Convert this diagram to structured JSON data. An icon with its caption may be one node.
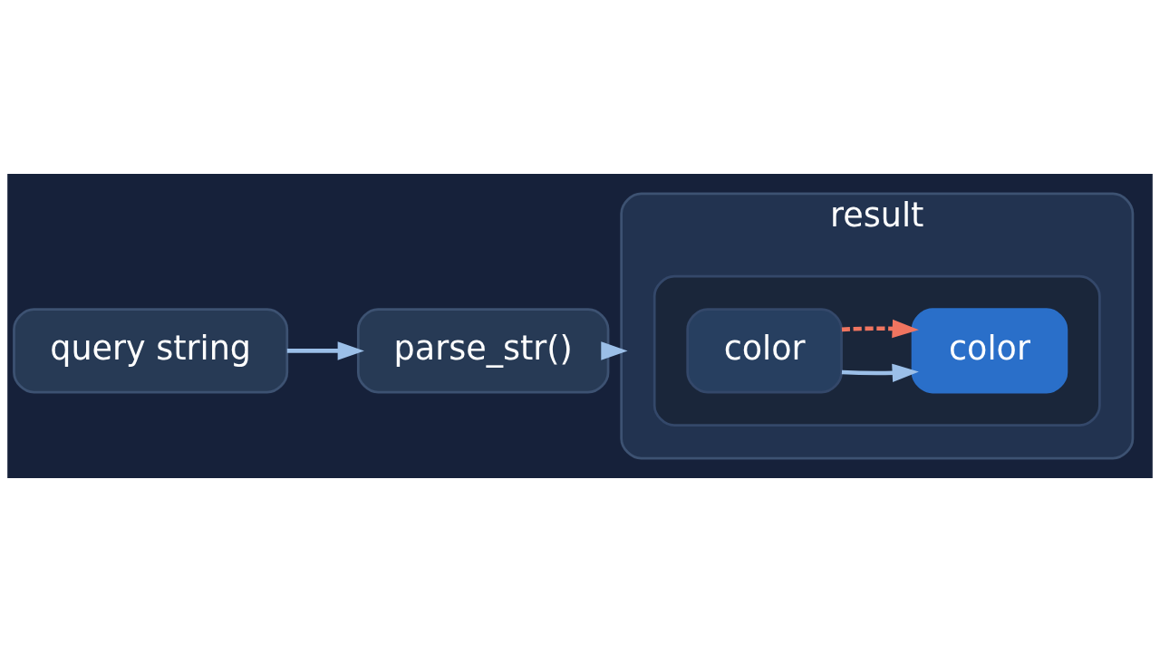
{
  "diagram": {
    "nodes": [
      {
        "text": [
          "query string"
        ]
      },
      {
        "text": [
          "parse_str()"
        ]
      },
      {
        "text": [
          "result"
        ]
      },
      {
        "text": [],
        "shape": "box",
        "in": 2
      },
      {
        "text": [
          "color"
        ],
        "in": 3
      },
      {
        "text": [
          "color"
        ],
        "in": 3
      }
    ],
    "edges": [
      {
        "from": 0,
        "to": 1,
        "arrow": "to"
      },
      {
        "from": 1,
        "to": 2,
        "arrow": "to"
      },
      {
        "from": 4,
        "to": 5,
        "arrow": "to"
      },
      {
        "from": 4,
        "to": 5,
        "arrow": "to",
        "style": "dashed",
        "color": "#f07560"
      }
    ]
  }
}
